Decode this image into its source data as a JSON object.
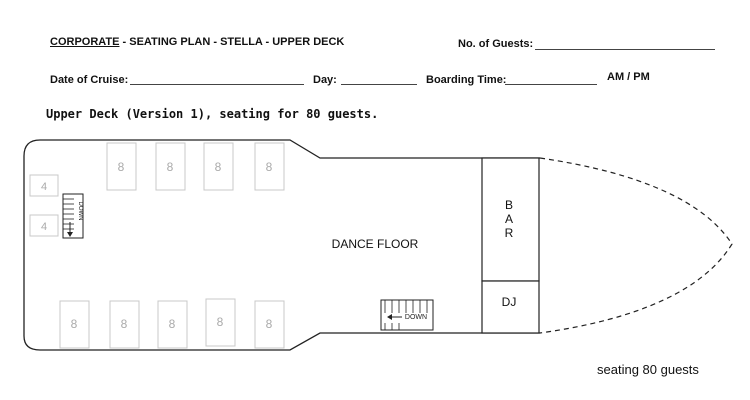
{
  "header": {
    "corporate": "CORPORATE",
    "title_rest": " - SEATING PLAN - STELLA - UPPER DECK",
    "guests_label": "No. of Guests:",
    "date_label": "Date of Cruise:",
    "day_label": "Day:",
    "boarding_label": "Boarding Time:",
    "ampm": "AM / PM"
  },
  "subtitle": "Upper Deck (Version 1), seating for 80 guests.",
  "plan": {
    "top_tables": [
      "8",
      "8",
      "8",
      "8"
    ],
    "bottom_tables": [
      "8",
      "8",
      "8",
      "8",
      "8"
    ],
    "side_tables": [
      "4",
      "4"
    ],
    "left_stairs_label": "DOWN",
    "bottom_stairs_label": "DOWN",
    "dance_floor": "DANCE FLOOR",
    "bar_letters": [
      "B",
      "A",
      "R"
    ],
    "dj": "DJ"
  },
  "footer": "seating 80 guests",
  "colors": {
    "outline": "#222222",
    "table": "#c8c8c8",
    "table_text": "#aaaaaa"
  }
}
